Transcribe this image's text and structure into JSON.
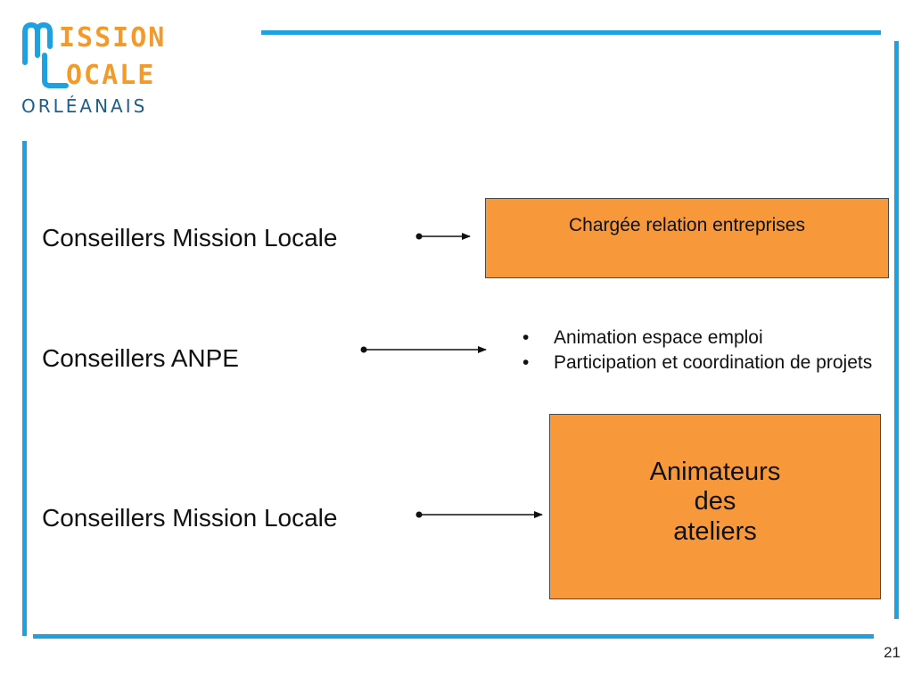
{
  "logo": {
    "line1": "MISSION",
    "line2": "LOCALE",
    "line3": "ORLÉANAIS"
  },
  "rows": [
    {
      "label": "Conseillers Mission Locale"
    },
    {
      "label": "Conseillers ANPE"
    },
    {
      "label": "Conseillers Mission Locale"
    }
  ],
  "boxes": {
    "relation": "Chargée relation entreprises",
    "animateurs": [
      "Animateurs",
      "des",
      "ateliers"
    ]
  },
  "bullets": {
    "marker": "•",
    "items": [
      "Animation espace emploi",
      "Participation et coordination de projets"
    ]
  },
  "page_number": "21",
  "colors": {
    "frame_blue": "#1da1e0",
    "box_orange": "#f7993a",
    "logo_blue": "#1da1e0",
    "logo_orange": "#f39a2b",
    "logo_navy": "#1f5d8c"
  }
}
